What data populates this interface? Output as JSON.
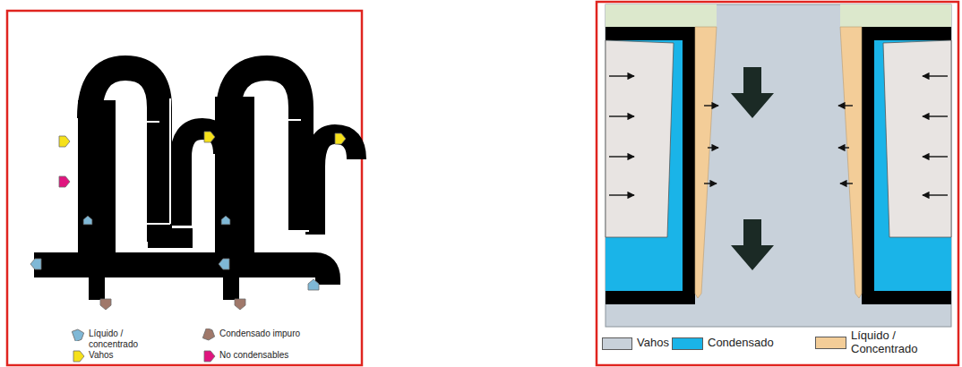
{
  "diagram": {
    "legend": [
      {
        "text": "Líquido / concentrado"
      },
      {
        "text": "Condensado impuro"
      },
      {
        "text": "Vahos"
      },
      {
        "text": "No condensables"
      },
      {
        "text": "Vahos",
        "color": "#c8d1da"
      },
      {
        "text": "Condensado",
        "color": "#1ab4e8"
      },
      {
        "text": "Líquido / Concentrado",
        "color": "#f3cd98"
      }
    ]
  }
}
